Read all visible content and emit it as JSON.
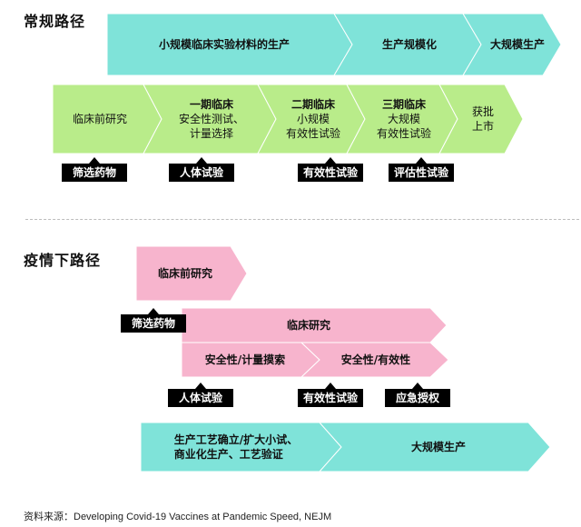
{
  "colors": {
    "teal": "#7fe3d9",
    "green": "#b9ec8a",
    "pink": "#f7b4cd",
    "tag_bg": "#000000"
  },
  "normal": {
    "heading": "常规路径",
    "production": {
      "small_scale": "小规模临床实验材料的生产",
      "scale_up": "生产规模化",
      "large_scale": "大规模生产"
    },
    "phases": {
      "preclinical": "临床前研究",
      "phase1_title": "一期临床",
      "phase1_line1": "安全性测试、",
      "phase1_line2": "计量选择",
      "phase2_title": "二期临床",
      "phase2_line1": "小规模",
      "phase2_line2": "有效性试验",
      "phase3_title": "三期临床",
      "phase3_line1": "大规模",
      "phase3_line2": "有效性试验",
      "approval_line1": "获批",
      "approval_line2": "上市"
    },
    "tags": {
      "drug_screening": "筛选药物",
      "human_trial": "人体试验",
      "efficacy_trial": "有效性试验",
      "evaluate_efficacy": "评估性试验"
    }
  },
  "pandemic": {
    "heading": "疫情下路径",
    "preclinical": "临床前研究",
    "clinical": "临床研究",
    "safety_dose": "安全性/计量摸索",
    "safety_efficacy": "安全性/有效性",
    "production_line1": "生产工艺确立/扩大小试、",
    "production_line2": "商业化生产、工艺验证",
    "large_scale": "大规模生产",
    "tags": {
      "drug_screening": "筛选药物",
      "human_trial": "人体试验",
      "efficacy_trial": "有效性试验",
      "emergency_auth": "应急授权"
    }
  },
  "source": "资料来源：Developing Covid-19 Vaccines at Pandemic Speed, NEJM"
}
